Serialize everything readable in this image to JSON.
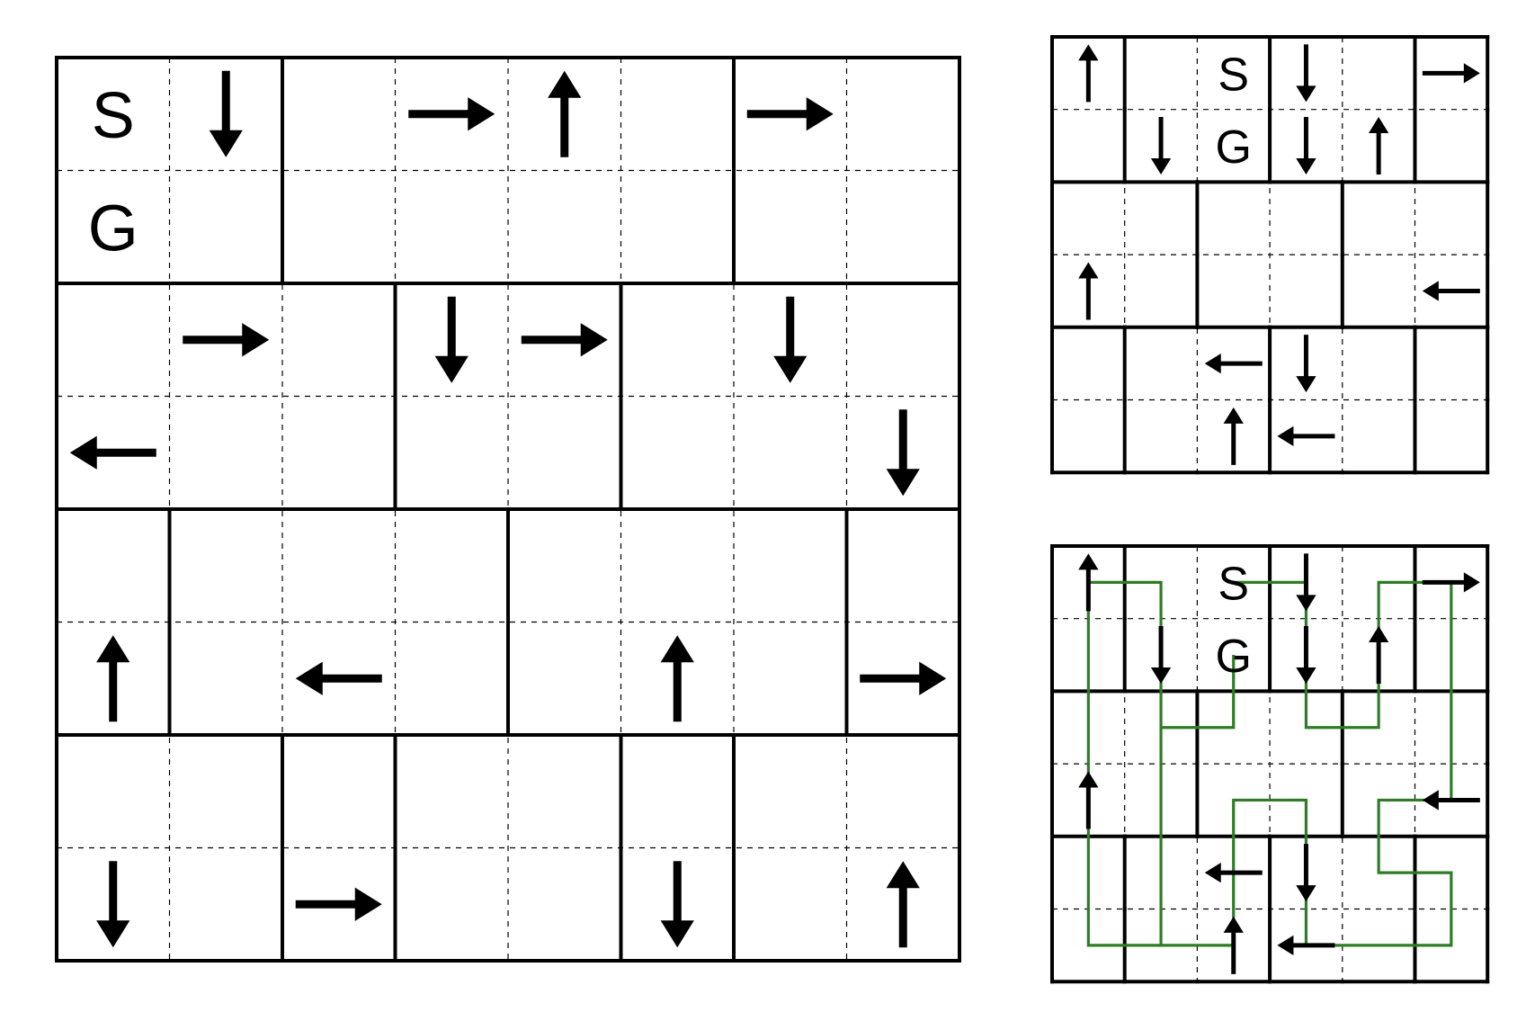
{
  "puzzles": [
    {
      "id": "main",
      "rows": 8,
      "cols": 8,
      "letters": [
        {
          "r": 0,
          "c": 0,
          "text": "S"
        },
        {
          "r": 1,
          "c": 0,
          "text": "G"
        }
      ],
      "arrows": [
        {
          "r": 0,
          "c": 1,
          "dir": "down"
        },
        {
          "r": 0,
          "c": 3,
          "dir": "right"
        },
        {
          "r": 0,
          "c": 4,
          "dir": "up"
        },
        {
          "r": 0,
          "c": 6,
          "dir": "right"
        },
        {
          "r": 2,
          "c": 1,
          "dir": "right"
        },
        {
          "r": 2,
          "c": 3,
          "dir": "down"
        },
        {
          "r": 2,
          "c": 4,
          "dir": "right"
        },
        {
          "r": 2,
          "c": 6,
          "dir": "down"
        },
        {
          "r": 3,
          "c": 0,
          "dir": "left"
        },
        {
          "r": 3,
          "c": 7,
          "dir": "down"
        },
        {
          "r": 5,
          "c": 0,
          "dir": "up"
        },
        {
          "r": 5,
          "c": 2,
          "dir": "left"
        },
        {
          "r": 5,
          "c": 5,
          "dir": "up"
        },
        {
          "r": 5,
          "c": 7,
          "dir": "right"
        },
        {
          "r": 7,
          "c": 0,
          "dir": "down"
        },
        {
          "r": 7,
          "c": 2,
          "dir": "right"
        },
        {
          "r": 7,
          "c": 5,
          "dir": "down"
        },
        {
          "r": 7,
          "c": 7,
          "dir": "up"
        }
      ],
      "hwalls": [
        [
          1,
          1,
          1,
          1,
          1,
          1,
          1,
          1
        ],
        [
          0,
          0,
          0,
          0,
          0,
          0,
          0,
          0
        ],
        [
          1,
          1,
          1,
          1,
          1,
          1,
          1,
          1
        ],
        [
          0,
          0,
          0,
          0,
          0,
          0,
          0,
          0
        ],
        [
          1,
          1,
          1,
          1,
          1,
          1,
          1,
          1
        ],
        [
          0,
          0,
          0,
          0,
          0,
          0,
          0,
          0
        ],
        [
          1,
          1,
          1,
          1,
          1,
          1,
          1,
          1
        ],
        [
          0,
          0,
          0,
          0,
          0,
          0,
          0,
          0
        ],
        [
          1,
          1,
          1,
          1,
          1,
          1,
          1,
          1
        ]
      ],
      "vwalls": [
        [
          1,
          0,
          1,
          0,
          0,
          0,
          1,
          0,
          1
        ],
        [
          1,
          0,
          1,
          0,
          0,
          0,
          1,
          0,
          1
        ],
        [
          1,
          0,
          0,
          1,
          0,
          1,
          0,
          0,
          1
        ],
        [
          1,
          0,
          0,
          1,
          0,
          1,
          0,
          0,
          1
        ],
        [
          1,
          1,
          0,
          0,
          1,
          0,
          0,
          1,
          1
        ],
        [
          1,
          1,
          0,
          0,
          1,
          0,
          0,
          1,
          1
        ],
        [
          1,
          0,
          1,
          1,
          0,
          1,
          1,
          0,
          1
        ],
        [
          1,
          0,
          1,
          1,
          0,
          1,
          1,
          0,
          1
        ]
      ]
    },
    {
      "id": "example",
      "rows": 6,
      "cols": 6,
      "letters": [
        {
          "r": 0,
          "c": 2,
          "text": "S"
        },
        {
          "r": 1,
          "c": 2,
          "text": "G"
        }
      ],
      "arrows": [
        {
          "r": 0,
          "c": 0,
          "dir": "up"
        },
        {
          "r": 0,
          "c": 3,
          "dir": "down"
        },
        {
          "r": 0,
          "c": 5,
          "dir": "right"
        },
        {
          "r": 1,
          "c": 1,
          "dir": "down"
        },
        {
          "r": 1,
          "c": 3,
          "dir": "down"
        },
        {
          "r": 1,
          "c": 4,
          "dir": "up"
        },
        {
          "r": 3,
          "c": 0,
          "dir": "up"
        },
        {
          "r": 3,
          "c": 5,
          "dir": "left"
        },
        {
          "r": 4,
          "c": 2,
          "dir": "left"
        },
        {
          "r": 4,
          "c": 3,
          "dir": "down"
        },
        {
          "r": 5,
          "c": 2,
          "dir": "up"
        },
        {
          "r": 5,
          "c": 3,
          "dir": "left"
        }
      ],
      "hwalls": [
        [
          1,
          1,
          1,
          1,
          1,
          1
        ],
        [
          0,
          0,
          0,
          0,
          0,
          0
        ],
        [
          1,
          1,
          1,
          1,
          1,
          1
        ],
        [
          0,
          0,
          0,
          0,
          0,
          0
        ],
        [
          1,
          1,
          1,
          1,
          1,
          1
        ],
        [
          0,
          0,
          0,
          0,
          0,
          0
        ],
        [
          1,
          1,
          1,
          1,
          1,
          1
        ]
      ],
      "vwalls": [
        [
          1,
          1,
          0,
          1,
          0,
          1,
          1
        ],
        [
          1,
          1,
          0,
          1,
          0,
          1,
          1
        ],
        [
          1,
          0,
          1,
          0,
          1,
          0,
          1
        ],
        [
          1,
          0,
          1,
          0,
          1,
          0,
          1
        ],
        [
          1,
          1,
          0,
          1,
          0,
          1,
          1
        ],
        [
          1,
          1,
          0,
          1,
          0,
          1,
          1
        ]
      ]
    },
    {
      "id": "solution",
      "rows": 6,
      "cols": 6,
      "letters": [
        {
          "r": 0,
          "c": 2,
          "text": "S"
        },
        {
          "r": 1,
          "c": 2,
          "text": "G"
        }
      ],
      "arrows": [
        {
          "r": 0,
          "c": 0,
          "dir": "up"
        },
        {
          "r": 0,
          "c": 3,
          "dir": "down"
        },
        {
          "r": 0,
          "c": 5,
          "dir": "right"
        },
        {
          "r": 1,
          "c": 1,
          "dir": "down"
        },
        {
          "r": 1,
          "c": 3,
          "dir": "down"
        },
        {
          "r": 1,
          "c": 4,
          "dir": "up"
        },
        {
          "r": 3,
          "c": 0,
          "dir": "up"
        },
        {
          "r": 3,
          "c": 5,
          "dir": "left"
        },
        {
          "r": 4,
          "c": 2,
          "dir": "left"
        },
        {
          "r": 4,
          "c": 3,
          "dir": "down"
        },
        {
          "r": 5,
          "c": 2,
          "dir": "up"
        },
        {
          "r": 5,
          "c": 3,
          "dir": "left"
        }
      ],
      "hwalls": [
        [
          1,
          1,
          1,
          1,
          1,
          1
        ],
        [
          0,
          0,
          0,
          0,
          0,
          0
        ],
        [
          1,
          1,
          1,
          1,
          1,
          1
        ],
        [
          0,
          0,
          0,
          0,
          0,
          0
        ],
        [
          1,
          1,
          1,
          1,
          1,
          1
        ],
        [
          0,
          0,
          0,
          0,
          0,
          0
        ],
        [
          1,
          1,
          1,
          1,
          1,
          1
        ]
      ],
      "vwalls": [
        [
          1,
          1,
          0,
          1,
          0,
          1,
          1
        ],
        [
          1,
          1,
          0,
          1,
          0,
          1,
          1
        ],
        [
          1,
          0,
          1,
          0,
          1,
          0,
          1
        ],
        [
          1,
          0,
          1,
          0,
          1,
          0,
          1
        ],
        [
          1,
          1,
          0,
          1,
          0,
          1,
          1
        ],
        [
          1,
          1,
          0,
          1,
          0,
          1,
          1
        ]
      ],
      "solution_path": [
        [
          0,
          2
        ],
        [
          0,
          3
        ],
        [
          1,
          3
        ],
        [
          2,
          3
        ],
        [
          2,
          4
        ],
        [
          1,
          4
        ],
        [
          0,
          4
        ],
        [
          0,
          5
        ],
        [
          1,
          5
        ],
        [
          2,
          5
        ],
        [
          3,
          5
        ],
        [
          3,
          4
        ],
        [
          4,
          4
        ],
        [
          4,
          5
        ],
        [
          5,
          5
        ],
        [
          5,
          4
        ],
        [
          5,
          3
        ],
        [
          4,
          3
        ],
        [
          3,
          3
        ],
        [
          3,
          2
        ],
        [
          4,
          2
        ],
        [
          5,
          2
        ],
        [
          5,
          1
        ],
        [
          4,
          1
        ],
        [
          3,
          1
        ],
        [
          2,
          1
        ],
        [
          1,
          1
        ],
        [
          0,
          1
        ],
        [
          0,
          0
        ],
        [
          1,
          0
        ],
        [
          2,
          0
        ],
        [
          3,
          0
        ],
        [
          4,
          0
        ],
        [
          5,
          0
        ],
        [
          5,
          1
        ],
        [
          4,
          1
        ],
        [
          3,
          1
        ],
        [
          2,
          1
        ],
        [
          2,
          2
        ],
        [
          1,
          2
        ]
      ]
    }
  ],
  "colors": {
    "grid": "#000000",
    "path": "#2e7d26",
    "background": "#ffffff"
  }
}
